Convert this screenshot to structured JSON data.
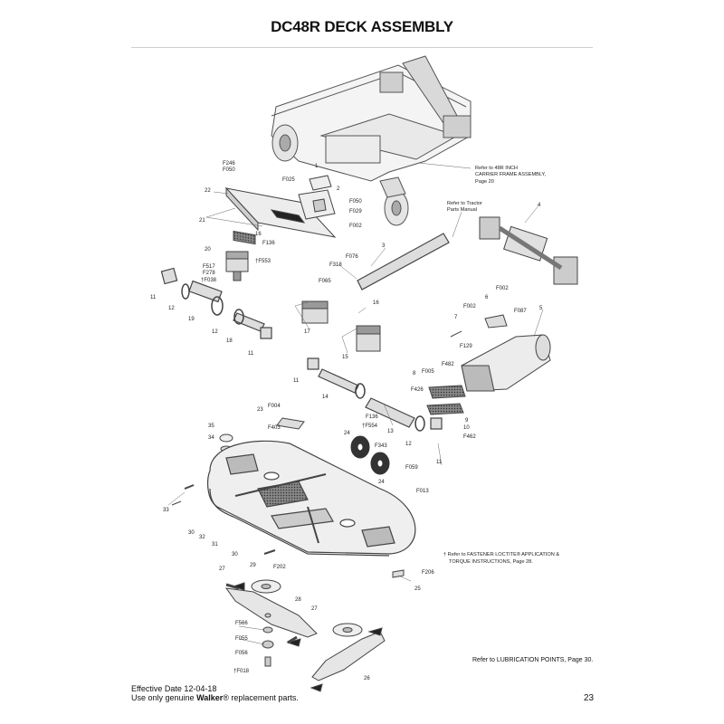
{
  "title": "DC48R DECK ASSEMBLY",
  "notes": {
    "carrier_frame": [
      "Refer to 48R INCH",
      "CARRIER FRAME ASSEMBLY,",
      "Page 20"
    ],
    "tractor": [
      "Refer to Tractor",
      "Parts Manual"
    ],
    "loctite": [
      "† Refer to FASTENER LOCTITE® APPLICATION &",
      "TORQUE INSTRUCTIONS, Page 28."
    ],
    "lubrication": "Refer to LUBRICATION POINTS, Page 30."
  },
  "footer": {
    "effective_date": "Effective Date 12-04-18",
    "use_only_prefix": "Use only genuine ",
    "brand": "Walker",
    "use_only_suffix": "® replacement parts.",
    "page_number": "23"
  },
  "callouts": {
    "F246": "F246",
    "F050a": "F050",
    "F025": "F025",
    "c1": "1",
    "c2": "2",
    "F050b": "F050",
    "F029": "F029",
    "F002a": "F002",
    "c22": "22",
    "c21": "21",
    "c16a": "16",
    "F136a": "F136",
    "c20": "20",
    "F553": "†F553",
    "F517": "F517",
    "F278": "F278",
    "F038": "†F038",
    "c11a": "11",
    "c12a": "12",
    "c19": "19",
    "c12b": "12",
    "c18": "18",
    "c11b": "11",
    "F318": "F318",
    "F076": "F076",
    "c3": "3",
    "F065": "F065",
    "c16b": "16",
    "c17": "17",
    "c15": "15",
    "c11c": "11",
    "c14": "14",
    "c4": "4",
    "F002b": "F002",
    "c6": "6",
    "F002c": "F002",
    "c7": "7",
    "F087": "F087",
    "c5": "5",
    "F129": "F129",
    "F005": "F005",
    "F482": "F482",
    "c8": "8",
    "F426": "F426",
    "c9": "9",
    "c10": "10",
    "F462": "F462",
    "F136b": "F136",
    "F554": "†F554",
    "c13": "13",
    "c12c": "12",
    "c11d": "11",
    "c23": "23",
    "F004": "F004",
    "F403": "F403",
    "c35": "35",
    "c34": "34",
    "c24a": "24",
    "F343": "F343",
    "F059": "F059",
    "c24b": "24",
    "F013": "F013",
    "c33": "33",
    "c30a": "30",
    "c32": "32",
    "c31": "31",
    "c30b": "30",
    "c29": "29",
    "F206": "F206",
    "c25": "25",
    "c27a": "27",
    "F202": "F202",
    "c28": "28",
    "F566": "F566",
    "F055": "F055",
    "F056": "F056",
    "F018": "†F018",
    "c27b": "27",
    "c26": "26"
  }
}
